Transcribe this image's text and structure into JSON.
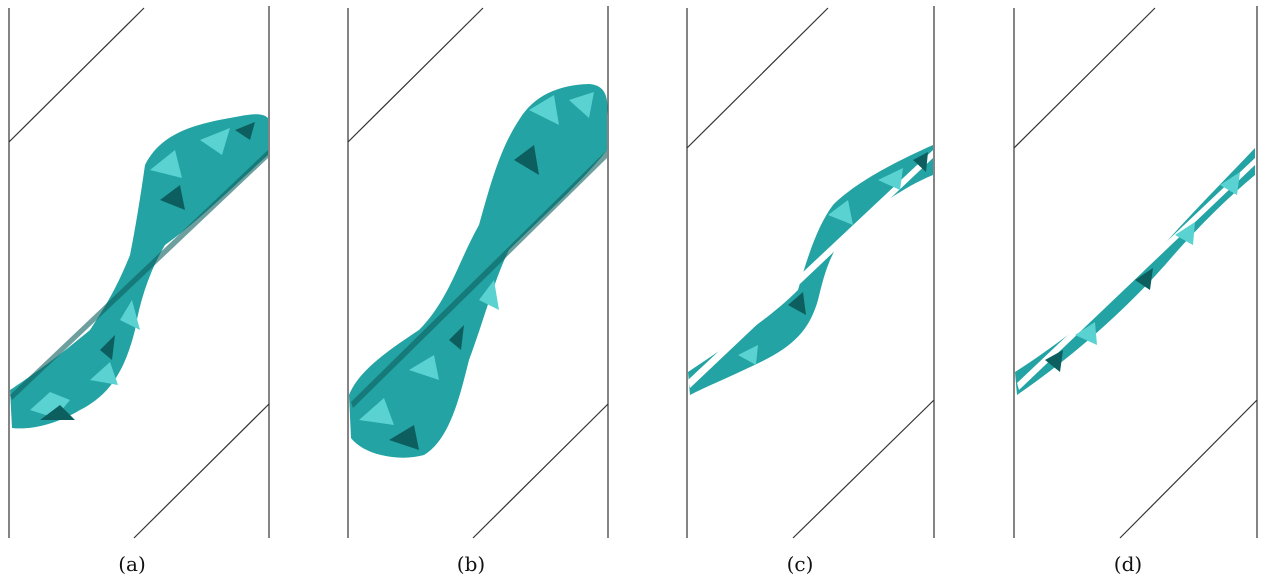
{
  "figure": {
    "panels": [
      {
        "id": "a",
        "label": "(a)"
      },
      {
        "id": "b",
        "label": "(b)"
      },
      {
        "id": "c",
        "label": "(c)"
      },
      {
        "id": "d",
        "label": "(d)"
      }
    ],
    "colors": {
      "surface": "#23a3a3",
      "surface_light": "#5ad2d2",
      "surface_dark": "#0d5f5f",
      "frame": "#333333"
    }
  }
}
